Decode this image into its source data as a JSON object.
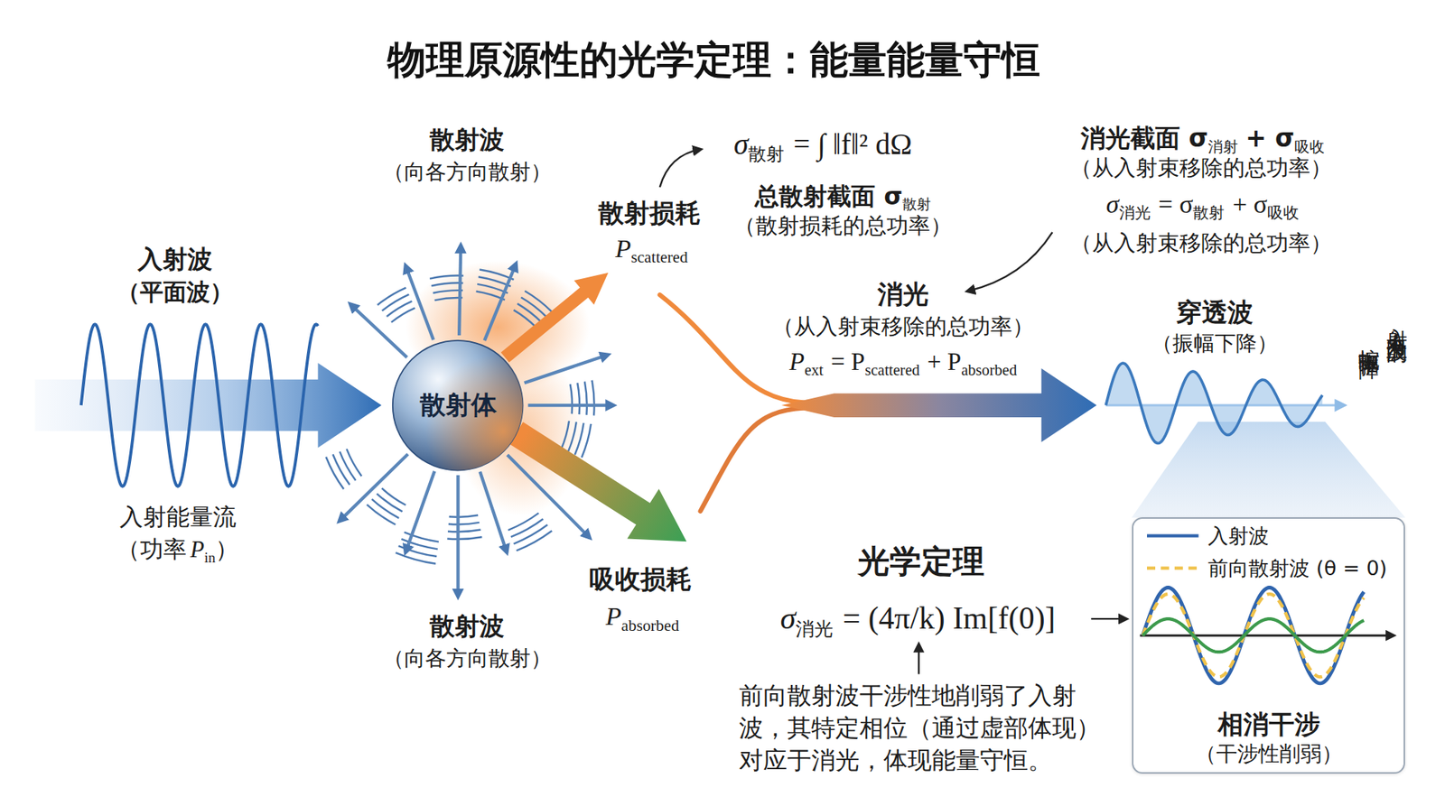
{
  "diagram": {
    "title": "物理原源性的光学定理：能量能量守恒",
    "nodes": [
      {
        "text": [
          "散射体"
        ]
      },
      {
        "text": [
          "相消干涉",
          "（干涉性削弱）"
        ]
      }
    ],
    "labels": [
      "入射波",
      "（平面波）",
      "入射能量流",
      "（功率",
      "P",
      "in",
      "）",
      "散射波",
      "（向各方向散射）",
      "散射波",
      "（向各方向散射）",
      "散射损耗",
      "P",
      "scattered",
      "吸收损耗",
      "P",
      "absorbed",
      "σ",
      "散射",
      "= ∫ ‖f‖² dΩ",
      "总散射截面 σ",
      "散射",
      "（散射损耗的总功率）",
      "消光截面 σ",
      "消射",
      "+ σ",
      "吸收",
      "（从入射束移除的总功率）",
      "σ",
      "消光",
      "= σ",
      "散射",
      "+ σ",
      "吸收",
      "（从入射束移除的总功率）",
      "消光",
      "（从入射束移除的总功率）",
      "P",
      "ext",
      "= P",
      "scattered",
      "+ P",
      "absorbed",
      "穿透波",
      "（振幅下降）",
      "入射方向上波的",
      "蜿振幅下降",
      "光学定理",
      "σ",
      "消光",
      "= (4π/k) Im[f(0)]",
      "前向散射波干涉性地削弱了入射 波，其特定相位（通过虚部体现） 对应于消光，体现能量守恒。"
    ],
    "legend": [
      {
        "text": "入射波"
      },
      {
        "text": "前向散射波 (θ = 0)"
      }
    ]
  }
}
